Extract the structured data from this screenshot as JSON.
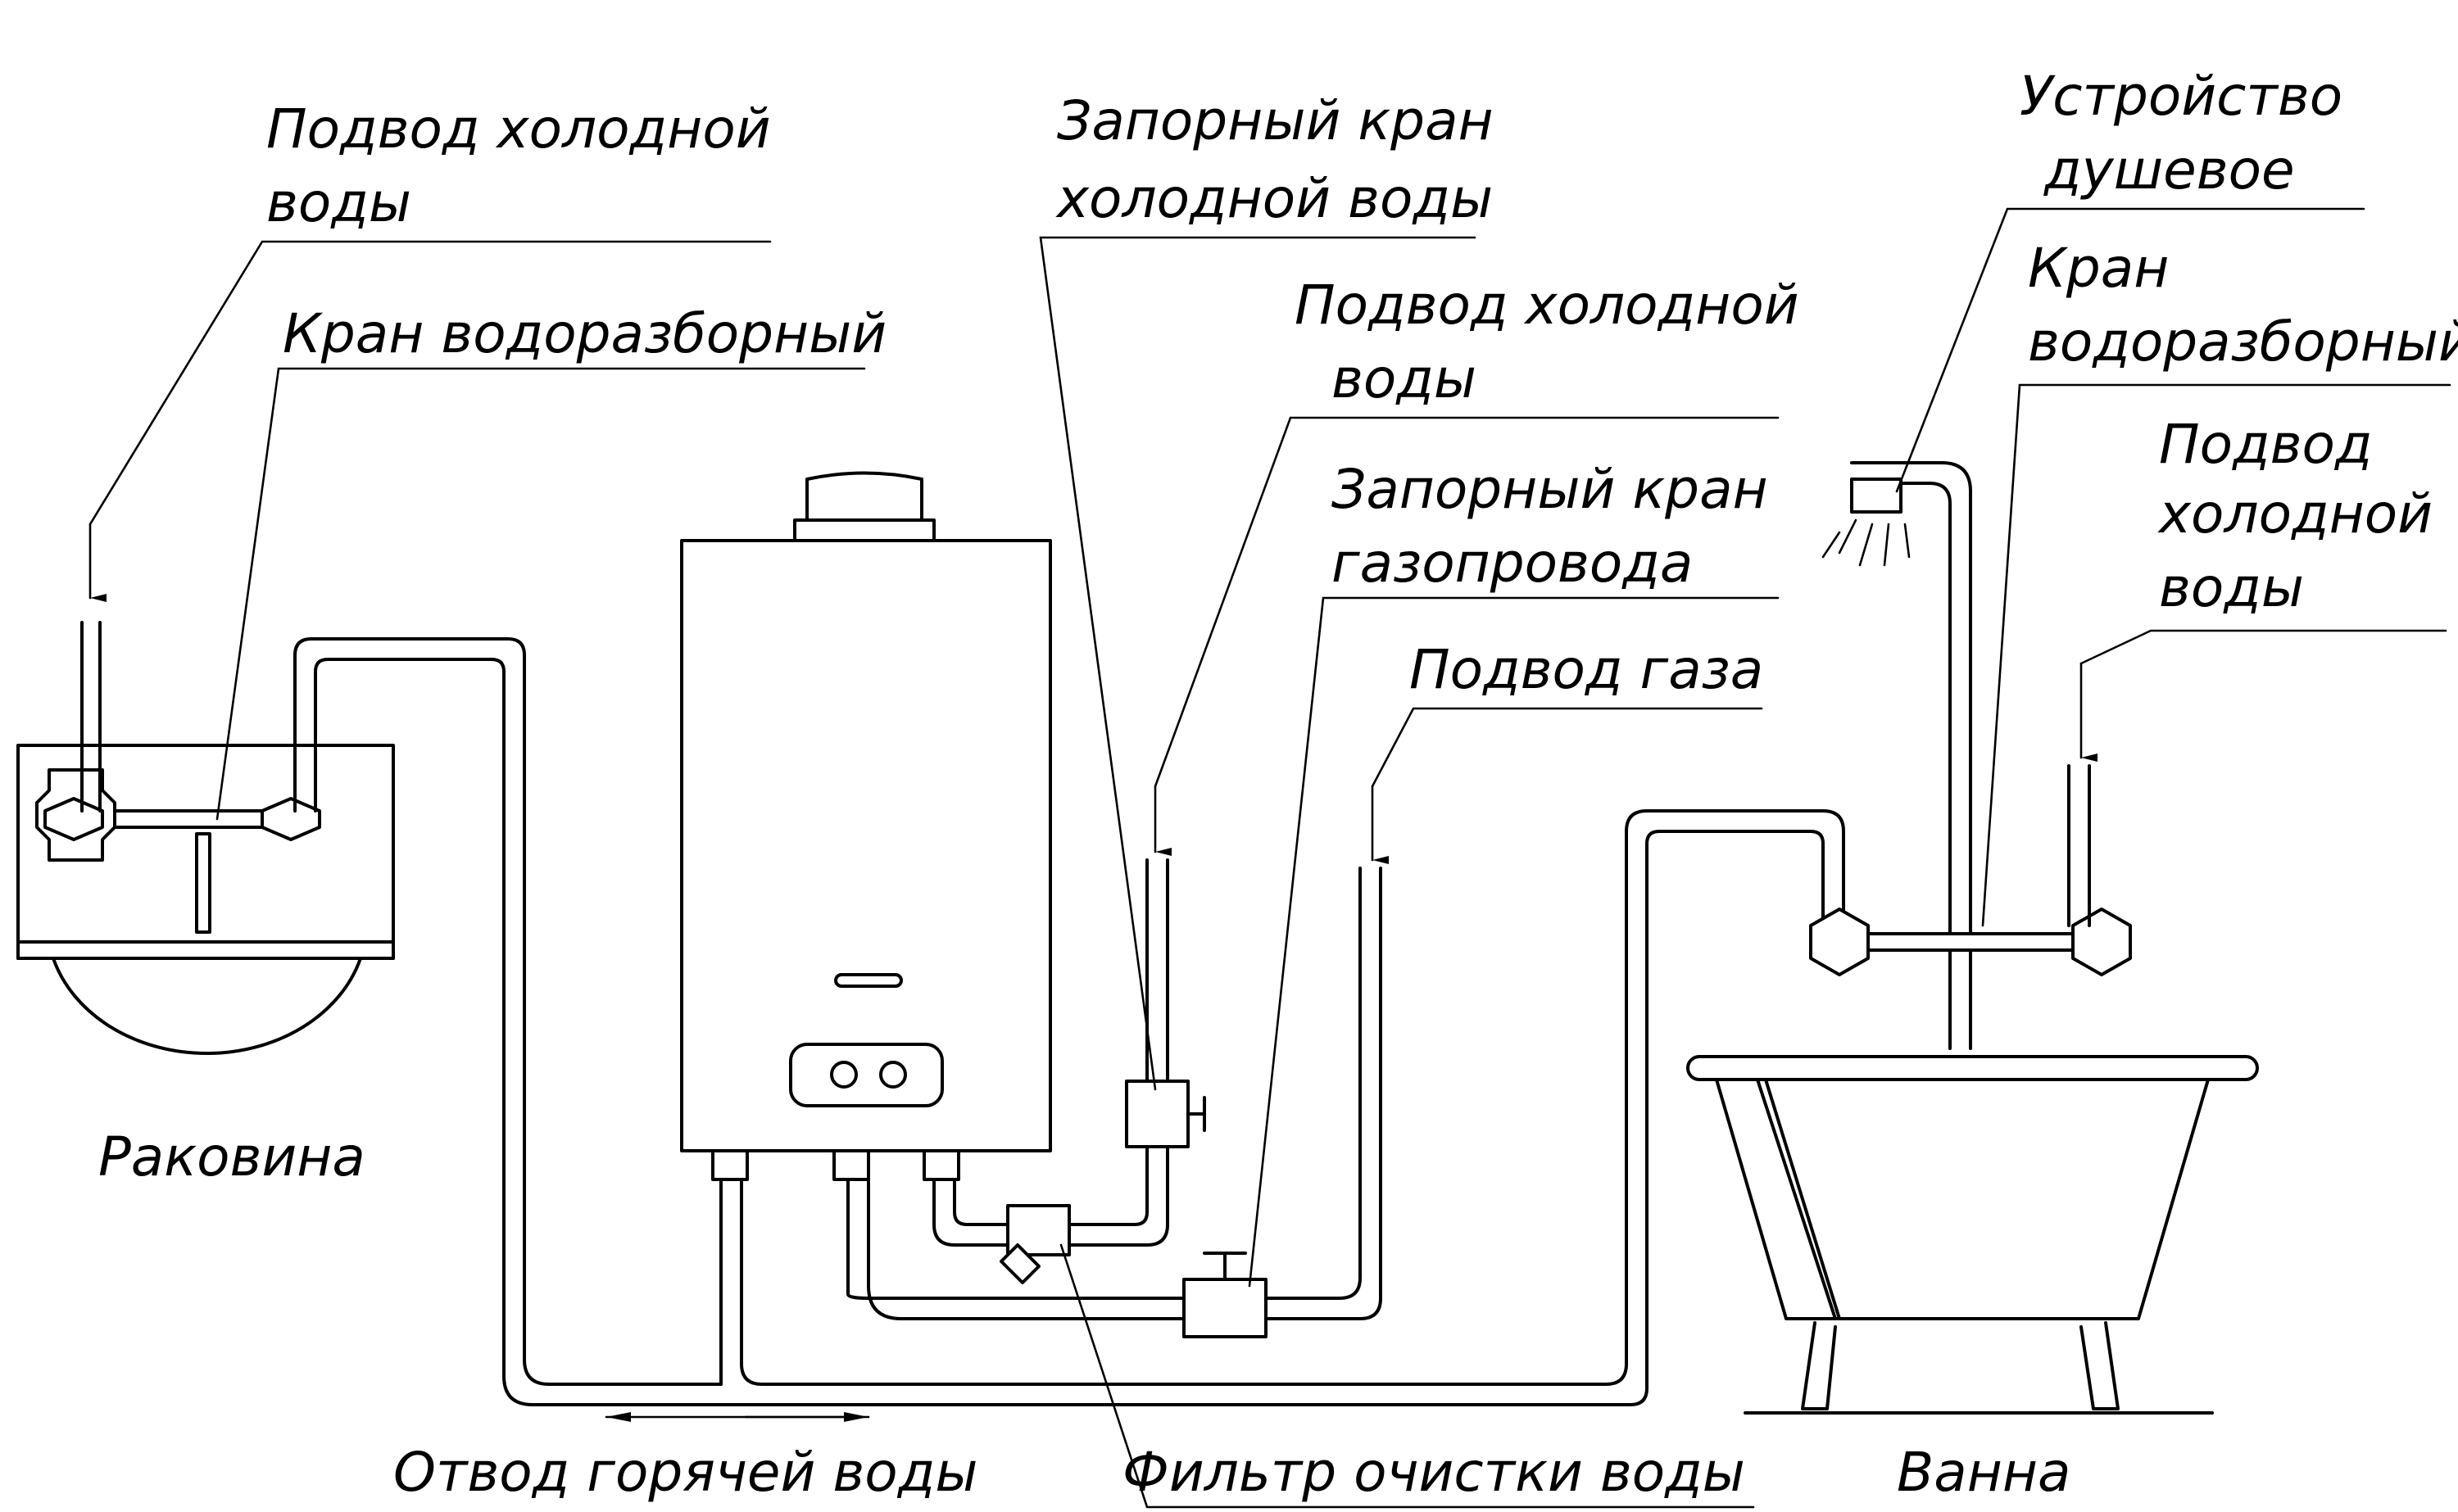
{
  "labels": {
    "cold_supply_sink_l1": "Подвод холодной",
    "cold_supply_sink_l2": "воды",
    "faucet_sink": "Кран водоразборный",
    "shutoff_cold_l1": "Запорный кран",
    "shutoff_cold_l2": "холодной воды",
    "cold_supply_heater_l1": "Подвод холодной",
    "cold_supply_heater_l2": "воды",
    "shutoff_gas_l1": "Запорный кран",
    "shutoff_gas_l2": "газопровода",
    "gas_supply": "Подвод газа",
    "shower_device_l1": "Устройство",
    "shower_device_l2": "душевое",
    "faucet_bath_l1": "Кран",
    "faucet_bath_l2": "водоразборный",
    "cold_supply_bath_l1": "Подвод",
    "cold_supply_bath_l2": "холодной",
    "cold_supply_bath_l3": "воды",
    "sink": "Раковина",
    "hot_water_outlet": "Отвод горячей воды",
    "water_filter": "Фильтр очистки воды",
    "bathtub": "Ванна"
  }
}
